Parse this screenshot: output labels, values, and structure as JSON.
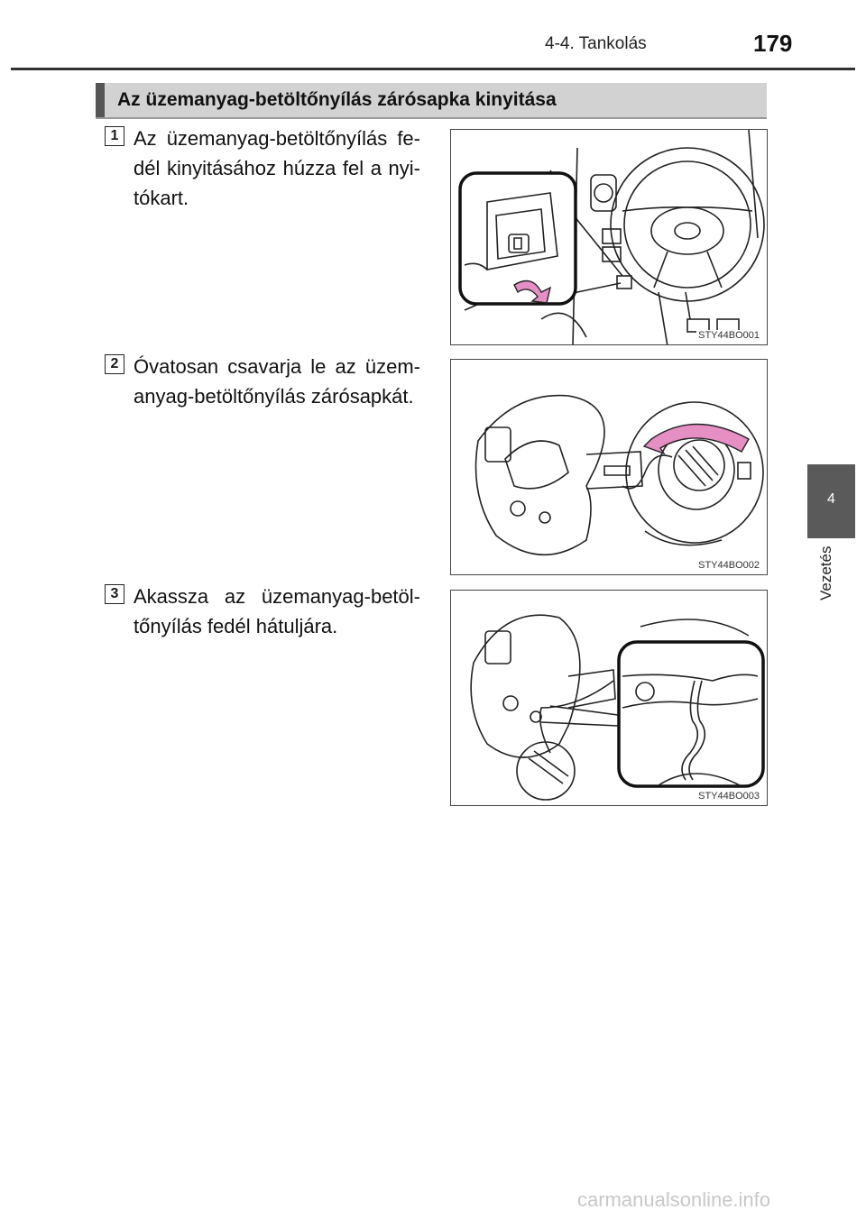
{
  "header": {
    "chapter": "4-4. Tankolás",
    "page_number": "179"
  },
  "section": {
    "title": "Az üzemanyag-betöltőnyílás zárósapka kinyitása"
  },
  "steps": [
    {
      "number": "1",
      "text": "Az üzemanyag-betöltőnyílás fe-dél kinyitásához húzza fel a nyi-tókart.",
      "figure_code": "STY44BO001"
    },
    {
      "number": "2",
      "text": "Óvatosan csavarja le az üzem-anyag-betöltőnyílás zárósapkát.",
      "figure_code": "STY44BO002"
    },
    {
      "number": "3",
      "text": "Akassza az üzemanyag-betöl-tőnyílás fedél hátuljára.",
      "figure_code": "STY44BO003"
    }
  ],
  "side_tab": {
    "number": "4",
    "label": "Vezetés"
  },
  "watermark": "carmanualsonline.info",
  "colors": {
    "accent_arrow": "#e58fc4",
    "section_bar": "#d2d2d2",
    "tab": "#5a5a5a"
  }
}
